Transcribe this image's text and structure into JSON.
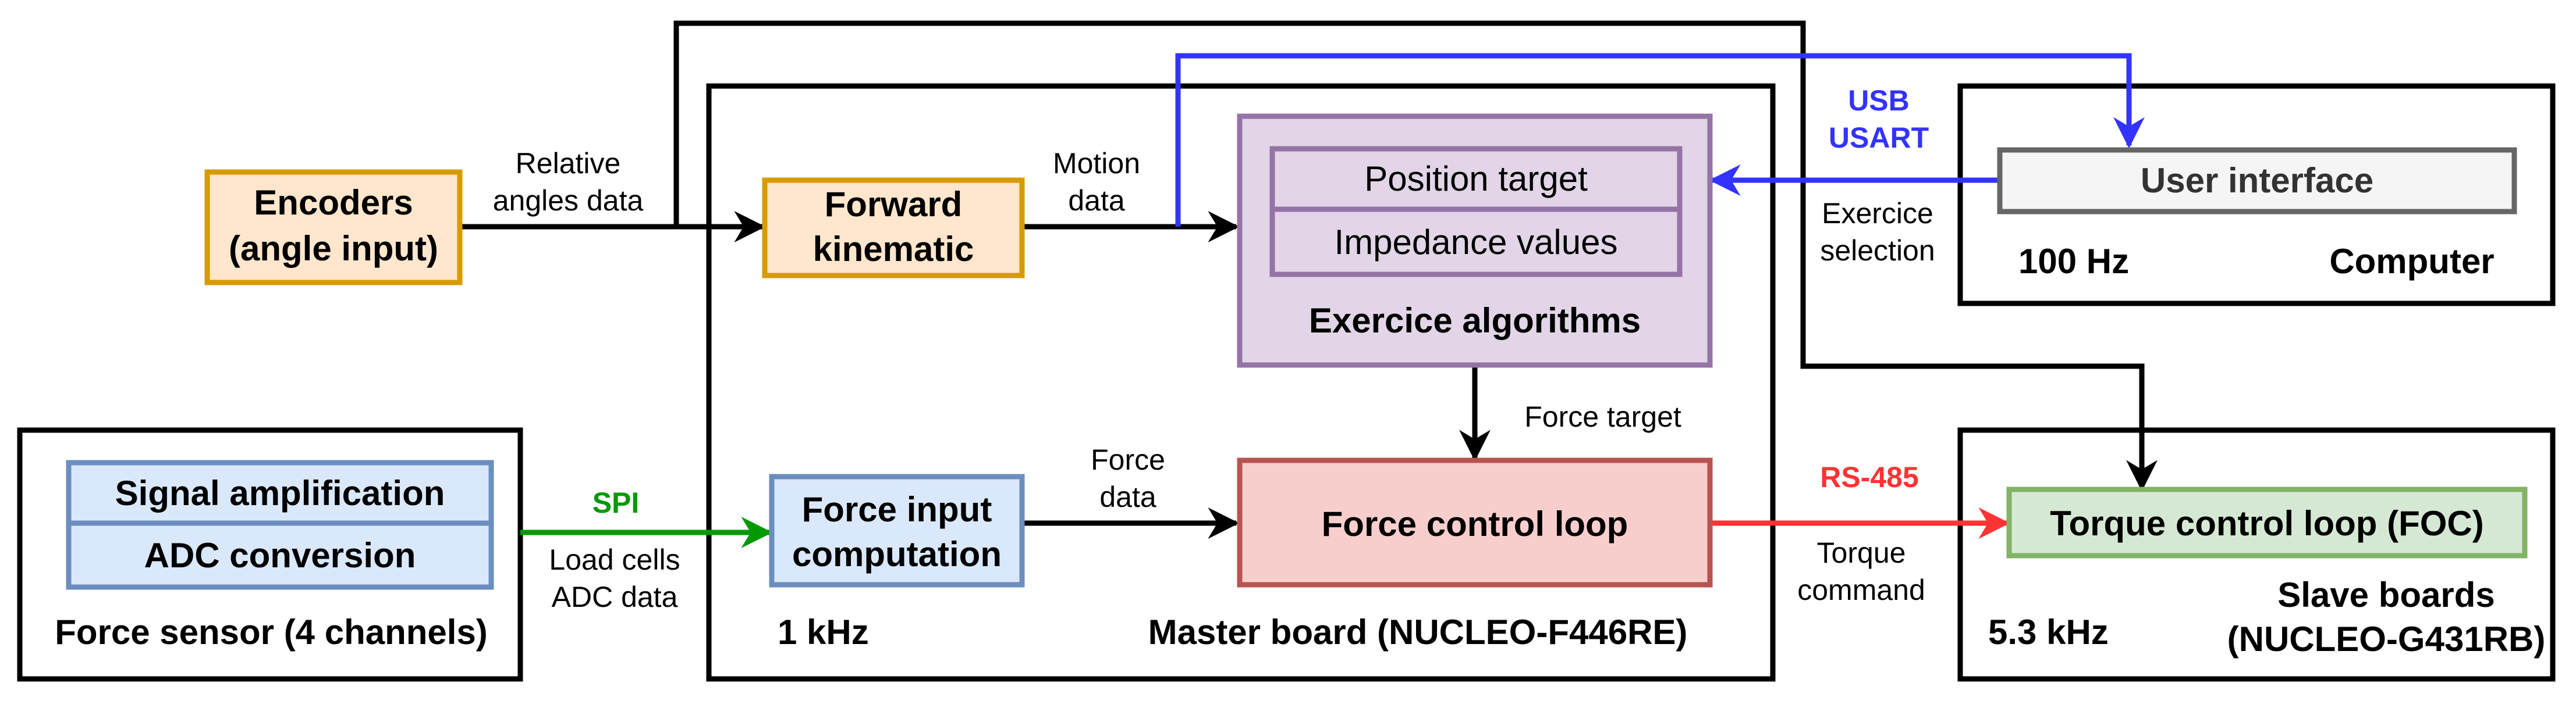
{
  "colors": {
    "black": "#000000",
    "blue_arrow": "#3333ff",
    "green_arrow": "#009900",
    "red_arrow": "#ff3333",
    "orange_fill": "#ffe6cc",
    "orange_stroke": "#d79b00",
    "blue_fill": "#dae8fc",
    "blue_stroke": "#6c8ebf",
    "purple_fill": "#e1d5e7",
    "purple_stroke": "#9673a6",
    "red_fill": "#f8cecc",
    "red_stroke": "#b85450",
    "green_fill": "#d5e8d4",
    "green_stroke": "#82b366",
    "gray_fill": "#f5f5f5",
    "gray_stroke": "#666666"
  },
  "blocks": {
    "encoders": [
      "Encoders",
      "(angle input)"
    ],
    "forward_kinematic": [
      "Forward",
      "kinematic"
    ],
    "position_target": "Position target",
    "impedance_values": "Impedance values",
    "exercice_algorithms": "Exercice algorithms",
    "force_input": [
      "Force input",
      "computation"
    ],
    "force_control_loop": "Force control loop",
    "signal_amplification": "Signal amplification",
    "adc_conversion": "ADC conversion",
    "user_interface": "User interface",
    "torque_control_loop": "Torque control loop (FOC)"
  },
  "containers": {
    "force_sensor": "Force sensor (4 channels)",
    "master_board": "Master board (NUCLEO-F446RE)",
    "master_freq": "1 kHz",
    "computer": "Computer",
    "computer_freq": "100 Hz",
    "slave_boards": [
      "Slave boards",
      "(NUCLEO-G431RB)"
    ],
    "slave_freq": "5.3 kHz"
  },
  "labels": {
    "relative_angles": [
      "Relative",
      "angles data"
    ],
    "motion_data": [
      "Motion",
      "data"
    ],
    "usb_usart": [
      "USB",
      "USART"
    ],
    "exercice_selection": [
      "Exercice",
      "selection"
    ],
    "force_target": "Force target",
    "spi": "SPI",
    "load_cells": [
      "Load cells",
      "ADC data"
    ],
    "force_data": [
      "Force",
      "data"
    ],
    "rs485": "RS-485",
    "torque_command": [
      "Torque",
      "command"
    ]
  }
}
